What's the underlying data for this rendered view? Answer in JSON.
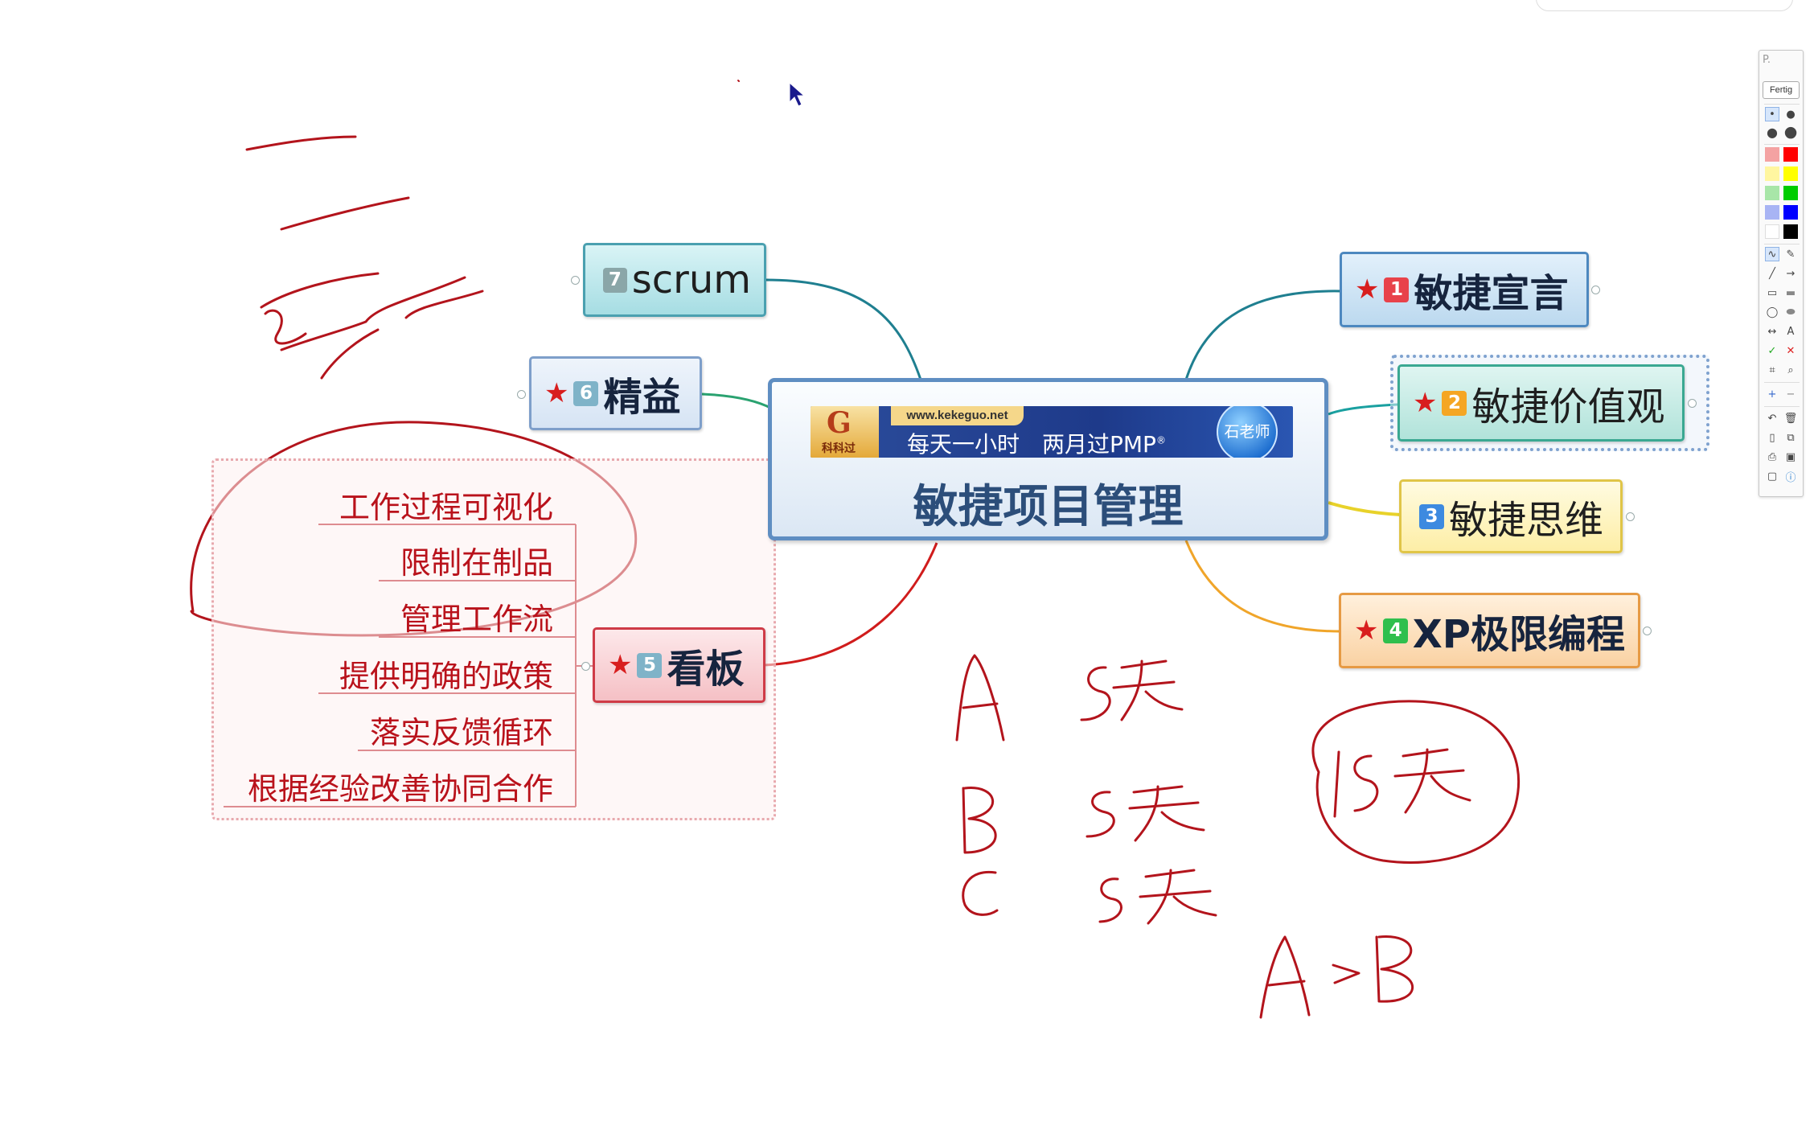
{
  "central": {
    "title": "敏捷项目管理",
    "banner_url": "www.kekeguo.net",
    "banner_slogan": "每天一小时　两月过PMP",
    "banner_reg": "®",
    "banner_teacher": "石老师",
    "banner_logo_text": "科科过",
    "banner_logo_glyph": "G"
  },
  "branches": [
    {
      "number": "1",
      "label": "敏捷宣言",
      "starred": true
    },
    {
      "number": "2",
      "label": "敏捷价值观",
      "starred": true
    },
    {
      "number": "3",
      "label": "敏捷思维",
      "starred": false
    },
    {
      "number": "4",
      "label": "XP极限编程",
      "starred": true
    },
    {
      "number": "5",
      "label": "看板",
      "starred": true
    },
    {
      "number": "6",
      "label": "精益",
      "starred": true
    },
    {
      "number": "7",
      "label": "scrum",
      "starred": false
    }
  ],
  "kanban_items": [
    "工作过程可视化",
    "限制在制品",
    "管理工作流",
    "提供明确的政策",
    "落实反馈循环",
    "根据经验改善协同合作"
  ],
  "icons": {
    "star": "★",
    "cursor": "cursor-arrow-icon"
  },
  "colors": {
    "star": "#d81e1e",
    "badge_1": "#e8424a",
    "badge_2": "#f5a623",
    "badge_3": "#3d8ae0",
    "badge_4": "#2fbf4d",
    "badge_5": "#7fb3c8",
    "badge_6": "#7fb3c8",
    "badge_7": "#8aa6a8",
    "ink": "#b3141c"
  },
  "toolbar": {
    "title": "P.",
    "done_label": "Fertig",
    "palette": [
      "#ffffff",
      "#ff0000",
      "#ffff00",
      "#00cc00",
      "#0000ff",
      "#000000"
    ]
  }
}
